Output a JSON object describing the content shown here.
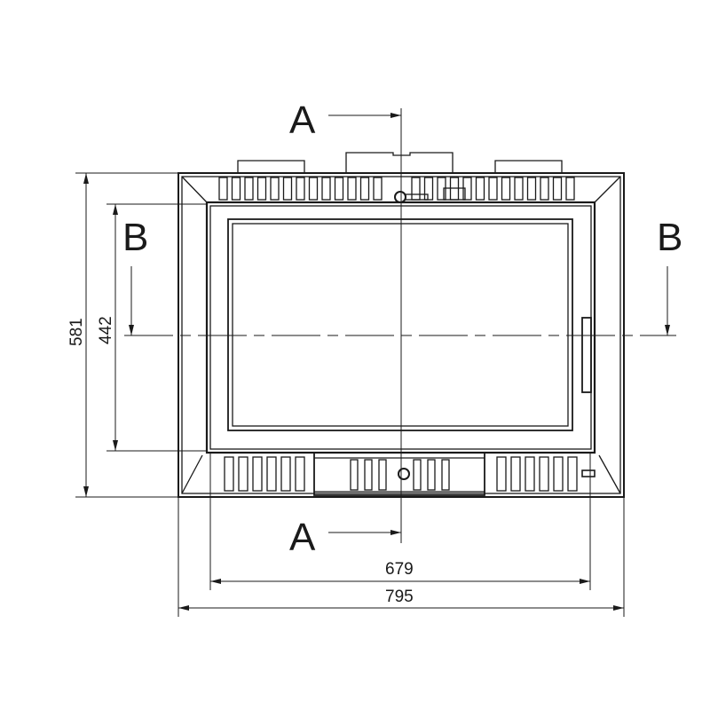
{
  "drawing": {
    "section_a_top": "A",
    "section_a_bottom": "A",
    "section_b_left": "B",
    "section_b_right": "B",
    "dimensions": {
      "overall_height": "581",
      "door_height": "442",
      "door_width": "679",
      "overall_width": "795"
    }
  },
  "colors": {
    "line": "#1a1a1a",
    "background": "#ffffff"
  }
}
